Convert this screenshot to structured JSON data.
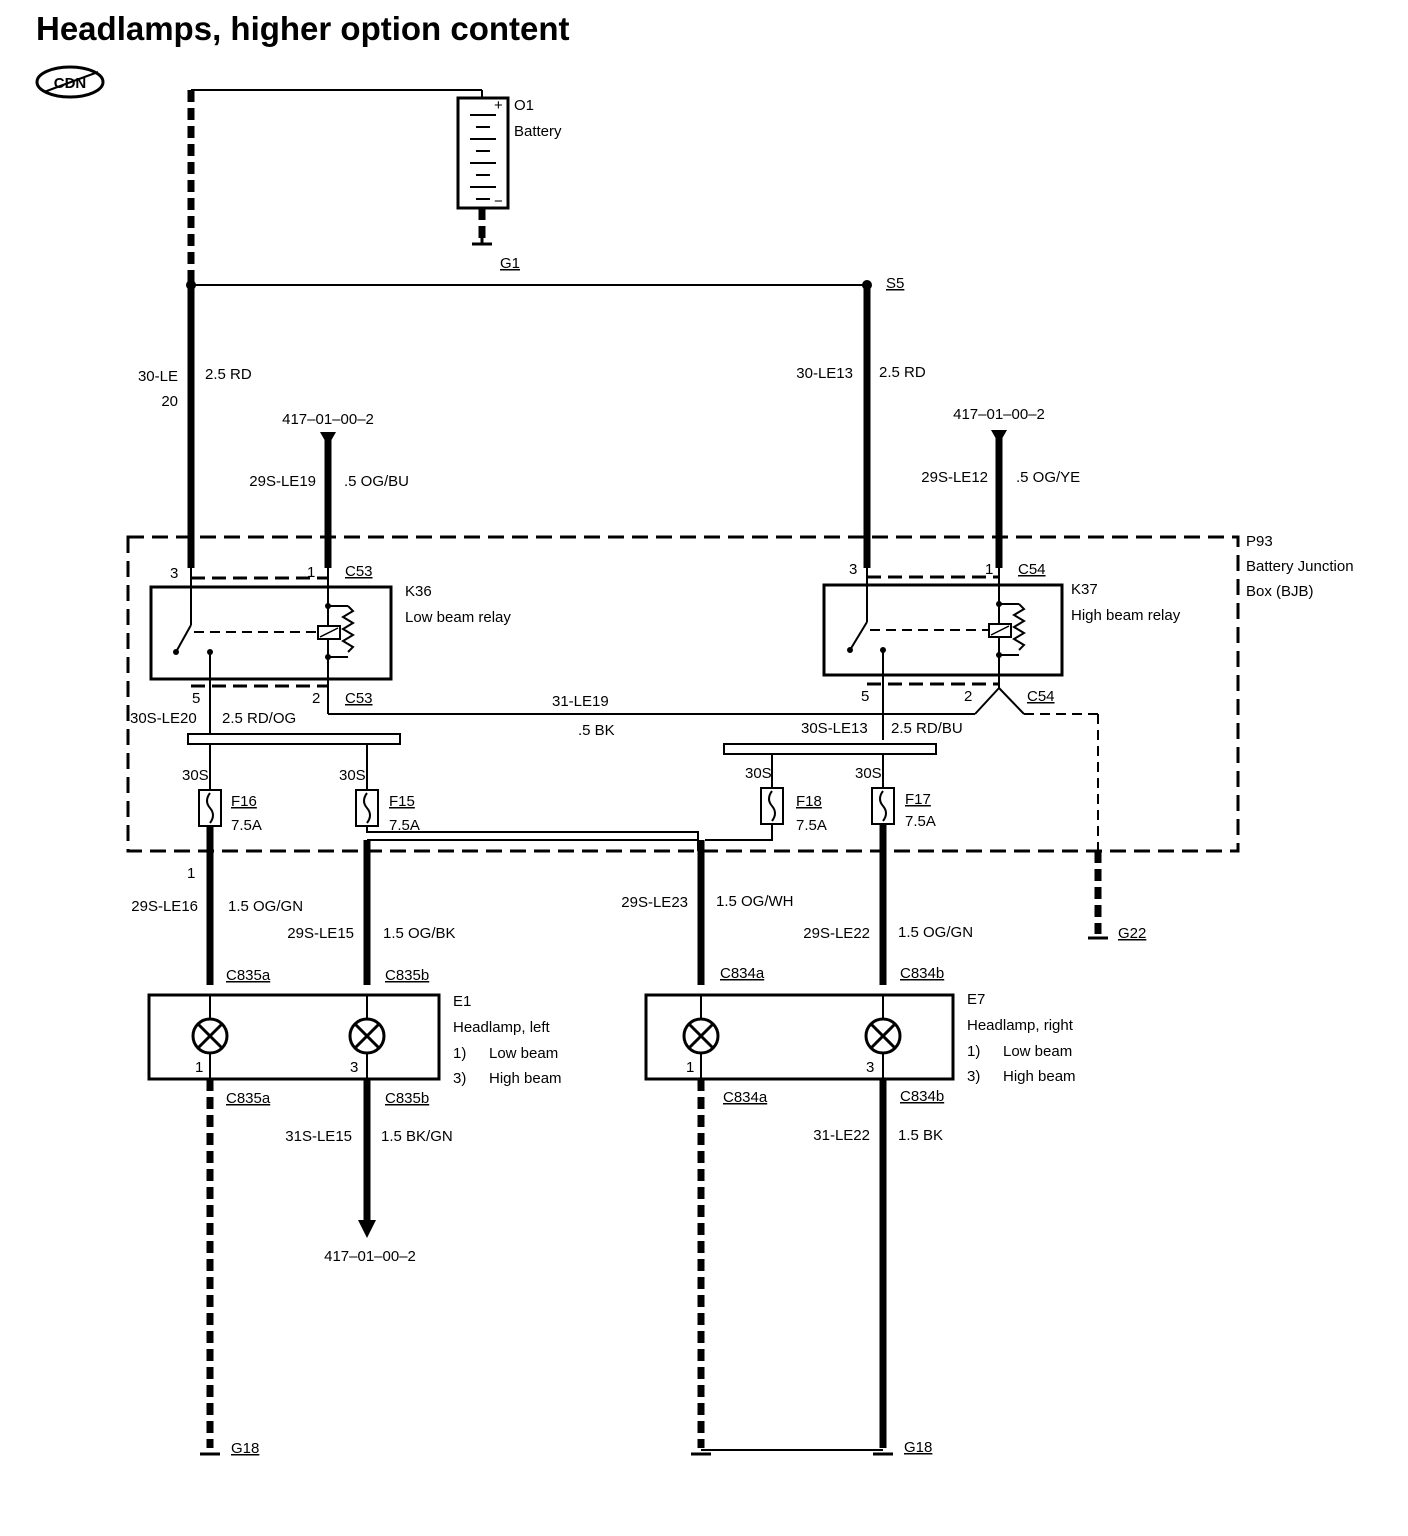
{
  "title": "Headlamps, higher option content",
  "badge": "CDN",
  "battery": {
    "id": "O1",
    "name": "Battery",
    "plus": "+",
    "minus": "−"
  },
  "grounds": {
    "g1": "G1",
    "g22": "G22",
    "g18_left": "G18",
    "g18_right": "G18"
  },
  "splice": "S5",
  "bjb": {
    "id": "P93",
    "line1": "Battery Junction",
    "line2": "Box (BJB)"
  },
  "relays": {
    "low": {
      "id": "K36",
      "name": "Low beam relay",
      "connector_top": "C53",
      "connector_bottom": "C53",
      "pin3": "3",
      "pin1": "1",
      "pin5": "5",
      "pin2": "2"
    },
    "high": {
      "id": "K37",
      "name": "High beam relay",
      "connector_top": "C54",
      "connector_bottom": "C54",
      "pin3": "3",
      "pin1": "1",
      "pin5": "5",
      "pin2": "2"
    }
  },
  "wires": {
    "w30le": {
      "circuit": "30-LE",
      "gauge": "2.5 RD",
      "ref": "20"
    },
    "w30le13": {
      "circuit": "30-LE13",
      "gauge": "2.5 RD"
    },
    "w29sle19": {
      "circuit": "29S-LE19",
      "gauge": ".5 OG/BU",
      "ref": "417–01–00–2"
    },
    "w29sle12": {
      "circuit": "29S-LE12",
      "gauge": ".5 OG/YE",
      "ref": "417–01–00–2"
    },
    "w31le19": {
      "circuit": "31-LE19",
      "gauge": ".5 BK"
    },
    "w30sle20": {
      "circuit": "30S-LE20",
      "gauge": "2.5 RD/OG"
    },
    "w30sle13": {
      "circuit": "30S-LE13",
      "gauge": "2.5 RD/BU"
    },
    "w29sle16": {
      "circuit": "29S-LE16",
      "gauge": "1.5 OG/GN",
      "pin": "1"
    },
    "w29sle15": {
      "circuit": "29S-LE15",
      "gauge": "1.5 OG/BK"
    },
    "w29sle23": {
      "circuit": "29S-LE23",
      "gauge": "1.5 OG/WH"
    },
    "w29sle22": {
      "circuit": "29S-LE22",
      "gauge": "1.5 OG/GN"
    },
    "w31sle15": {
      "circuit": "31S-LE15",
      "gauge": "1.5 BK/GN",
      "ref": "417–01–00–2"
    },
    "w31le22": {
      "circuit": "31-LE22",
      "gauge": "1.5 BK"
    }
  },
  "fuses": [
    {
      "id": "F16",
      "rating": "7.5A",
      "bus": "30S"
    },
    {
      "id": "F15",
      "rating": "7.5A",
      "bus": "30S"
    },
    {
      "id": "F18",
      "rating": "7.5A",
      "bus": "30S"
    },
    {
      "id": "F17",
      "rating": "7.5A",
      "bus": "30S"
    }
  ],
  "headlamps": {
    "left": {
      "id": "E1",
      "name": "Headlamp, left",
      "item1": "1)",
      "item1_text": "Low beam",
      "item3": "3)",
      "item3_text": "High beam",
      "conn_a": "C835a",
      "conn_b": "C835b",
      "pin1": "1",
      "pin3": "3"
    },
    "right": {
      "id": "E7",
      "name": "Headlamp, right",
      "item1": "1)",
      "item1_text": "Low beam",
      "item3": "3)",
      "item3_text": "High beam",
      "conn_a": "C834a",
      "conn_b": "C834b",
      "pin1": "1",
      "pin3": "3"
    }
  }
}
